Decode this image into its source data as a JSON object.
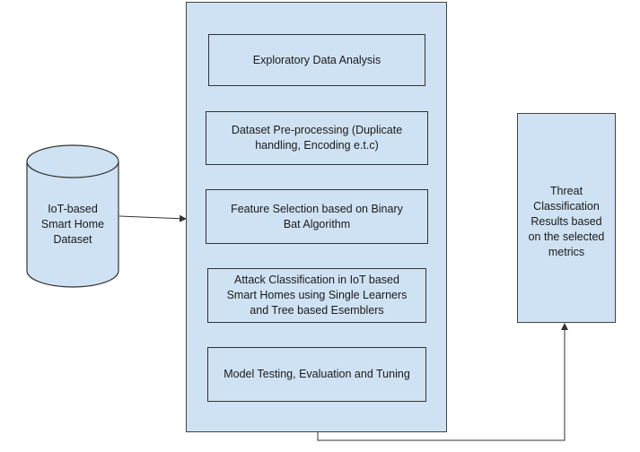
{
  "diagram": {
    "dataset": {
      "label": "IoT-based\nSmart Home\nDataset"
    },
    "steps": [
      {
        "label": "Exploratory Data Analysis"
      },
      {
        "label": "Dataset Pre-processing (Duplicate\nhandling, Encoding e.t.c)"
      },
      {
        "label": "Feature Selection based on Binary\nBat Algorithm"
      },
      {
        "label": "Attack Classification in IoT based\nSmart Homes using Single Learners\nand Tree based Esemblers"
      },
      {
        "label": "Model Testing, Evaluation and Tuning"
      }
    ],
    "output": {
      "label": "Threat\nClassification\nResults  based\non the selected\nmetrics"
    }
  },
  "colors": {
    "fill": "#cfe2f3",
    "stroke": "#333333",
    "text": "#1a1a1a"
  }
}
